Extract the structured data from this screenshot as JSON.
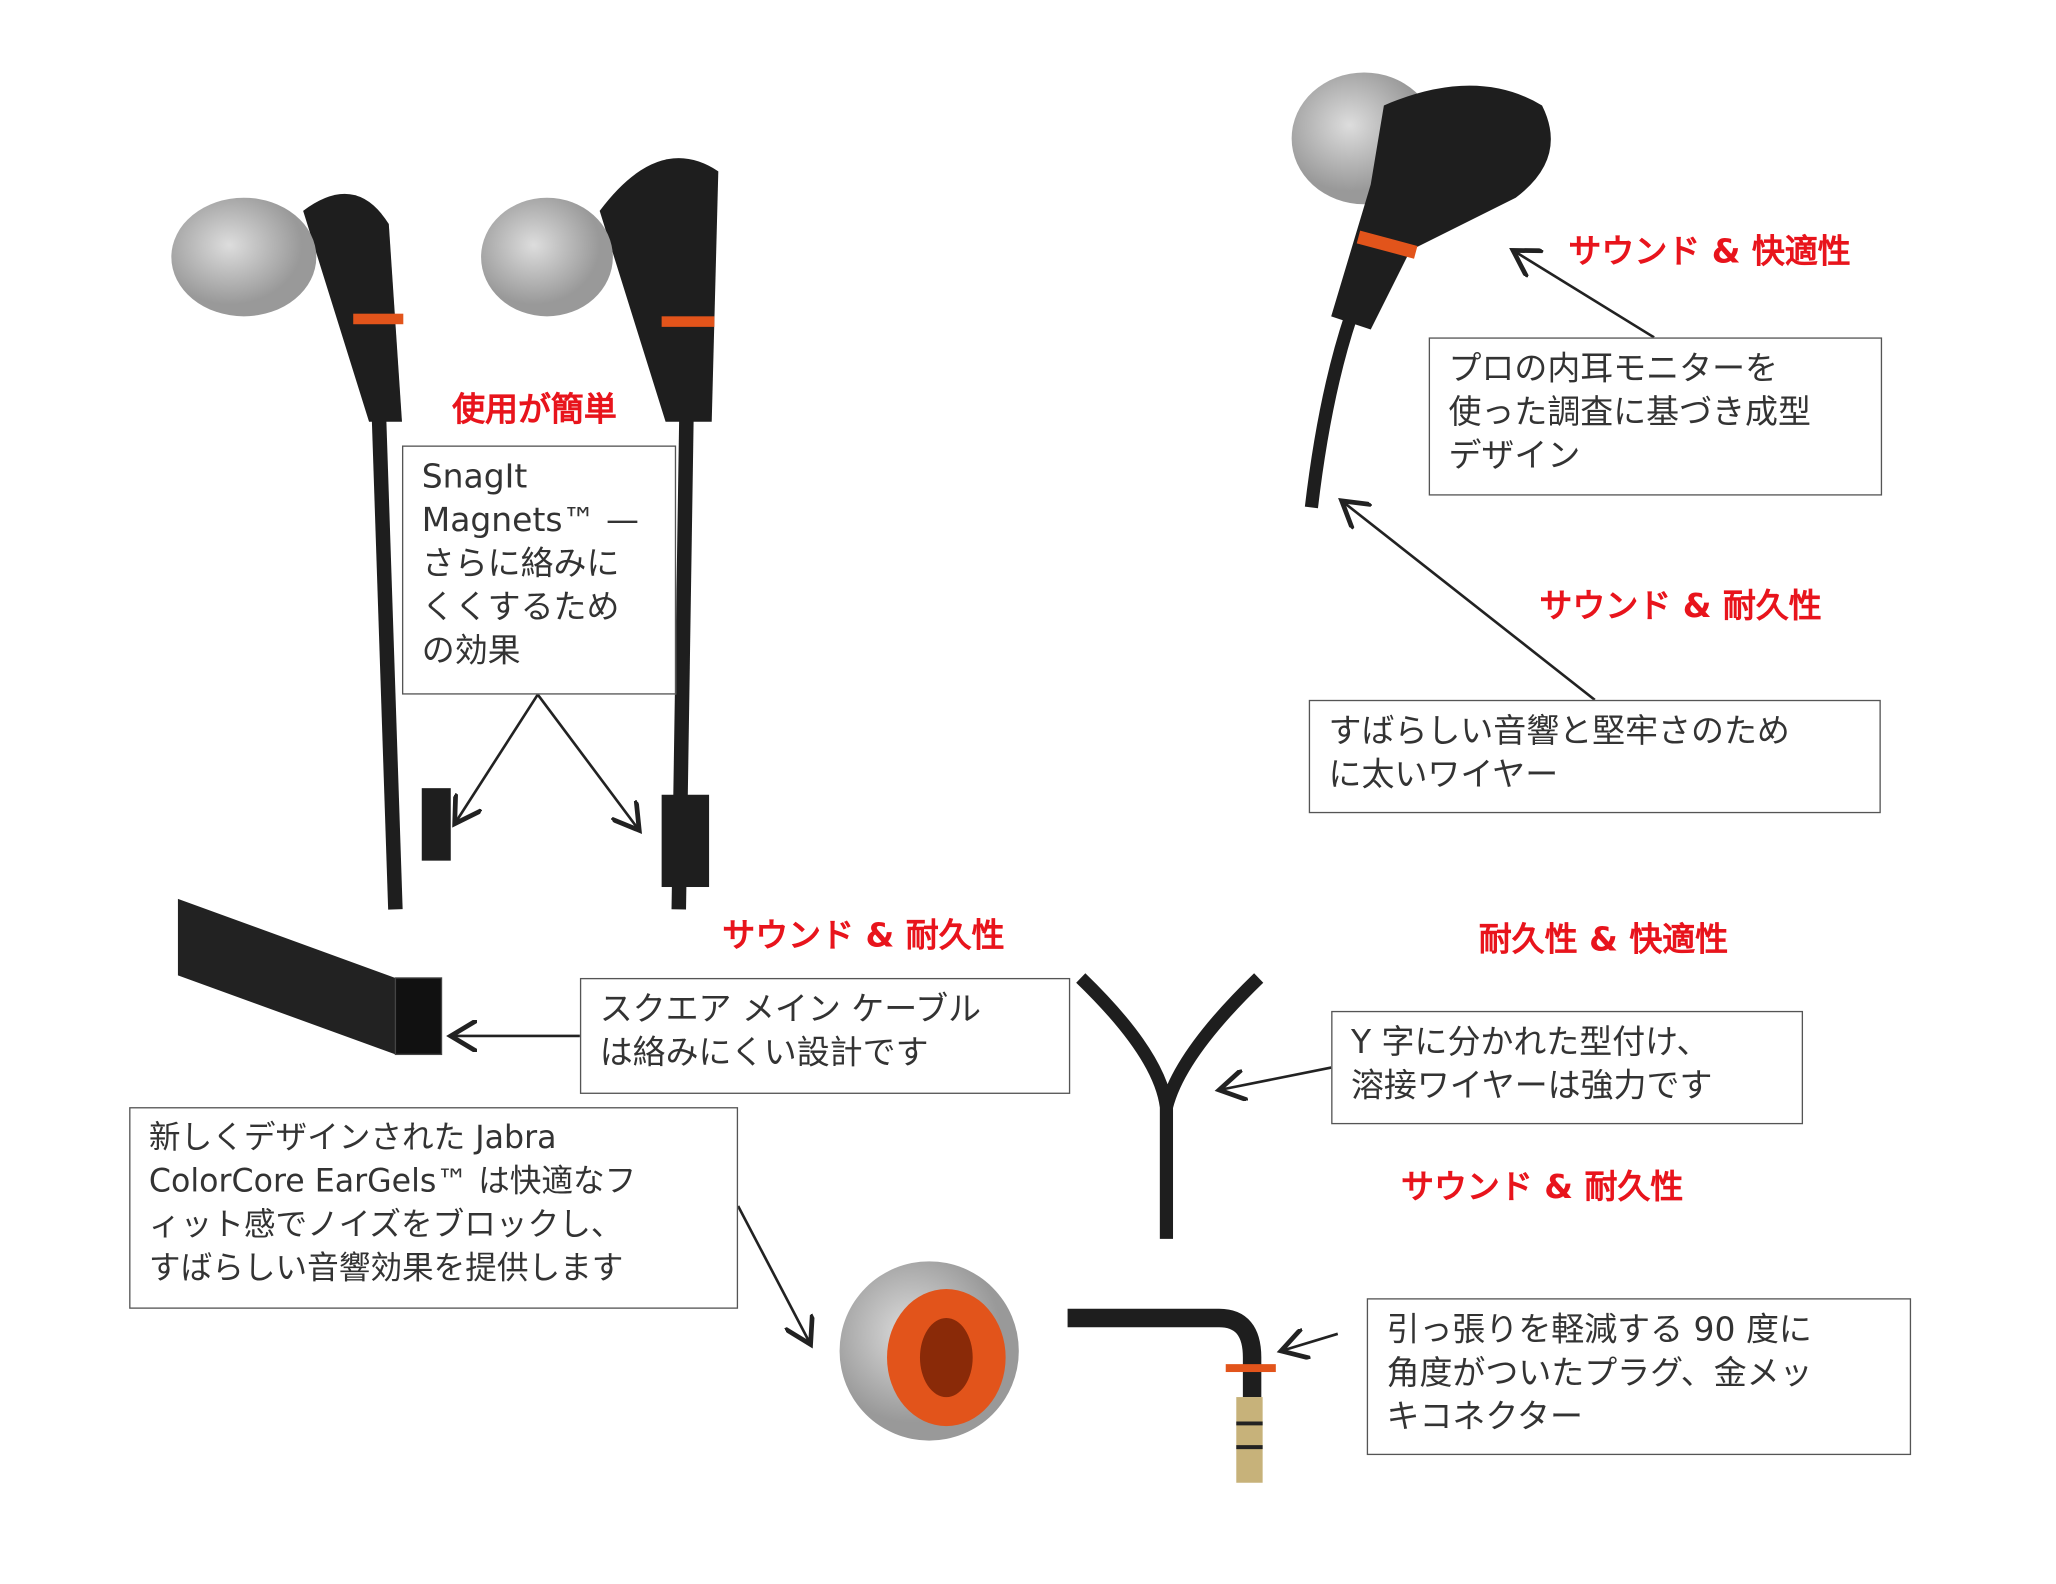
{
  "labels": {
    "easy_use": "使用が簡単",
    "sound_comfort": "サウンド & 快適性",
    "sound_durability_1": "サウンド & 耐久性",
    "sound_durability_2": "サウンド & 耐久性",
    "durability_comfort": "耐久性 & 快適性",
    "sound_durability_3": "サウンド & 耐久性"
  },
  "callouts": {
    "magnets": [
      "SnagIt",
      "Magnets™ —",
      "さらに絡みに",
      "くくするため",
      "の効果"
    ],
    "molded": [
      "プロの内耳モニターを",
      "使った調査に基づき成型",
      "デザイン"
    ],
    "wire": [
      "すばらしい音響と堅牢さのため",
      "に太いワイヤー"
    ],
    "square_cable": [
      "スクエア メイン ケーブル",
      "は絡みにくい設計です"
    ],
    "y_split": [
      "Y 字に分かれた型付け、",
      "溶接ワイヤーは強力です"
    ],
    "eargels": [
      "新しくデザインされた Jabra",
      "ColorCore EarGels™ は快適なフ",
      "ィット感でノイズをブロックし、",
      "すばらしい音響効果を提供します"
    ],
    "plug": [
      "引っ張りを軽減する 90 度に",
      "角度がついたプラグ、金メッ",
      "キコネクター"
    ]
  },
  "colors": {
    "accent_red": "#e8141c",
    "orange": "#e2541b",
    "body": "#1e1e1e",
    "gel": "#bdbdbd"
  }
}
